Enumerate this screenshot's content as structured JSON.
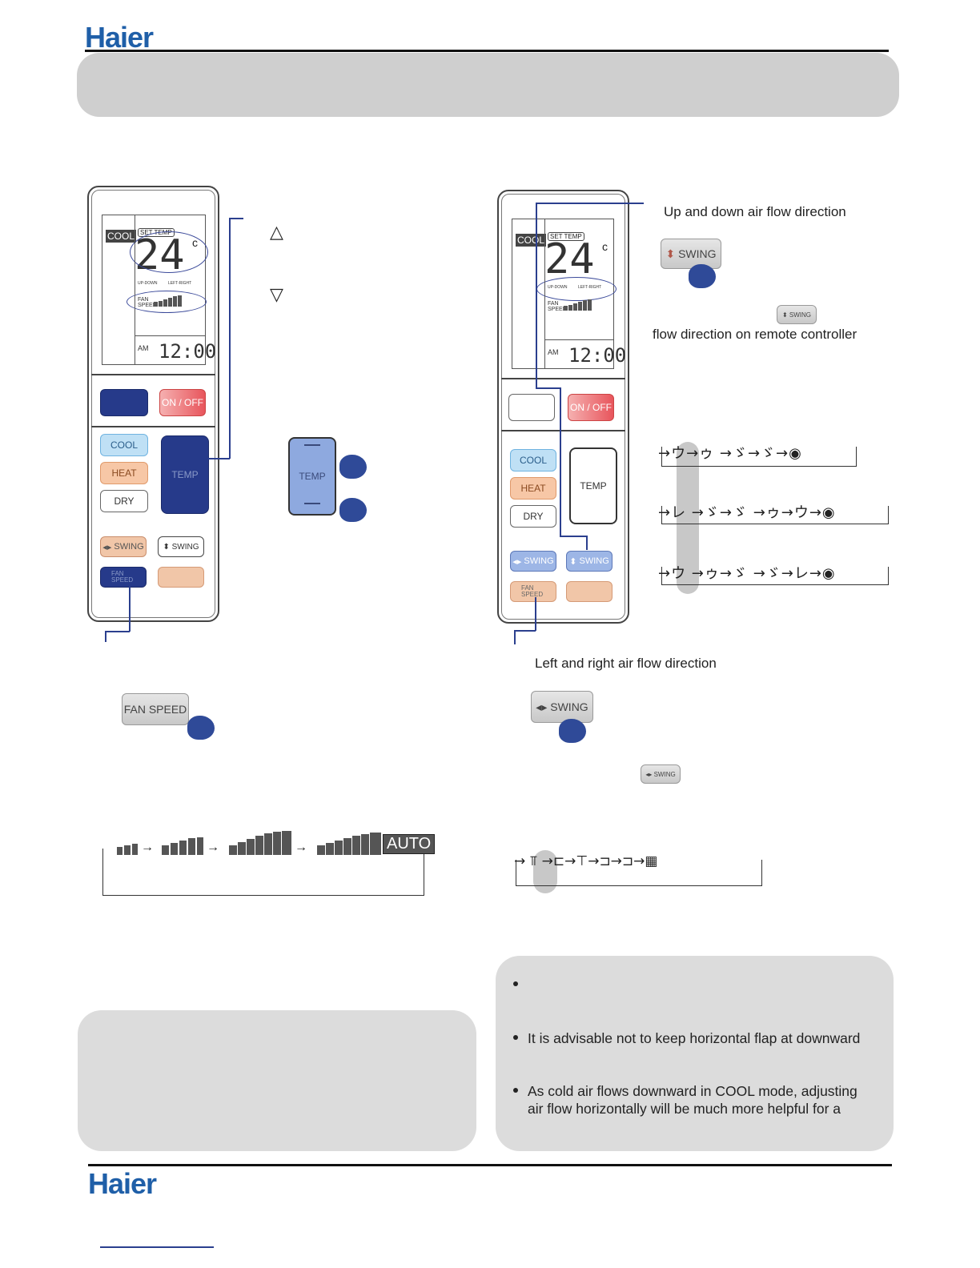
{
  "brand": {
    "logo_text": "Haier"
  },
  "remote_left": {
    "lcd": {
      "mode": "COOL",
      "set_temp": "SET TEMP",
      "temperature": "24",
      "unit": "c",
      "updown": "UP-DOWN",
      "leftright": "LEFT-RIGHT",
      "fan_speed": "FAN SPEED",
      "am": "AM",
      "time": "12:00"
    },
    "buttons": {
      "on_off": "ON / OFF",
      "cool": "COOL",
      "heat": "HEAT",
      "dry": "DRY",
      "temp": "TEMP",
      "swing_lr": "SWING",
      "swing_ud": "SWING",
      "fan_speed": "FAN SPEED"
    }
  },
  "temp_section": {
    "up_symbol": "△",
    "down_symbol": "▽",
    "temp_label": "TEMP"
  },
  "fan_speed_section": {
    "button_label": "FAN SPEED",
    "cycle_end_label": "AUTO",
    "fan_levels": [
      0.2,
      0.45,
      0.7,
      1.0
    ]
  },
  "remote_right": {
    "lcd": {
      "mode": "COOL",
      "set_temp": "SET TEMP",
      "temperature": "24",
      "unit": "c",
      "updown": "UP-DOWN",
      "leftright": "LEFT-RIGHT",
      "fan_speed": "FAN SPEED",
      "am": "AM",
      "time": "12:00"
    },
    "buttons": {
      "on_off": "ON / OFF",
      "cool": "COOL",
      "heat": "HEAT",
      "dry": "DRY",
      "temp": "TEMP",
      "swing_lr": "SWING",
      "swing_ud": "SWING",
      "fan_speed": "FAN SPEED"
    }
  },
  "updown_section": {
    "heading": "Up and down air flow direction",
    "button_label": "SWING",
    "small_button_label": "SWING",
    "desc": "flow direction on remote controller"
  },
  "leftright_section": {
    "heading": "Left and right air flow direction",
    "button_label": "SWING",
    "small_button_label": "SWING"
  },
  "notes": {
    "bullet_2": "It is advisable not to keep horizontal flap at downward",
    "bullet_3_line1": "As cold air flows downward in COOL mode, adjusting",
    "bullet_3_line2": "air flow horizontally will be much more helpful for a"
  }
}
